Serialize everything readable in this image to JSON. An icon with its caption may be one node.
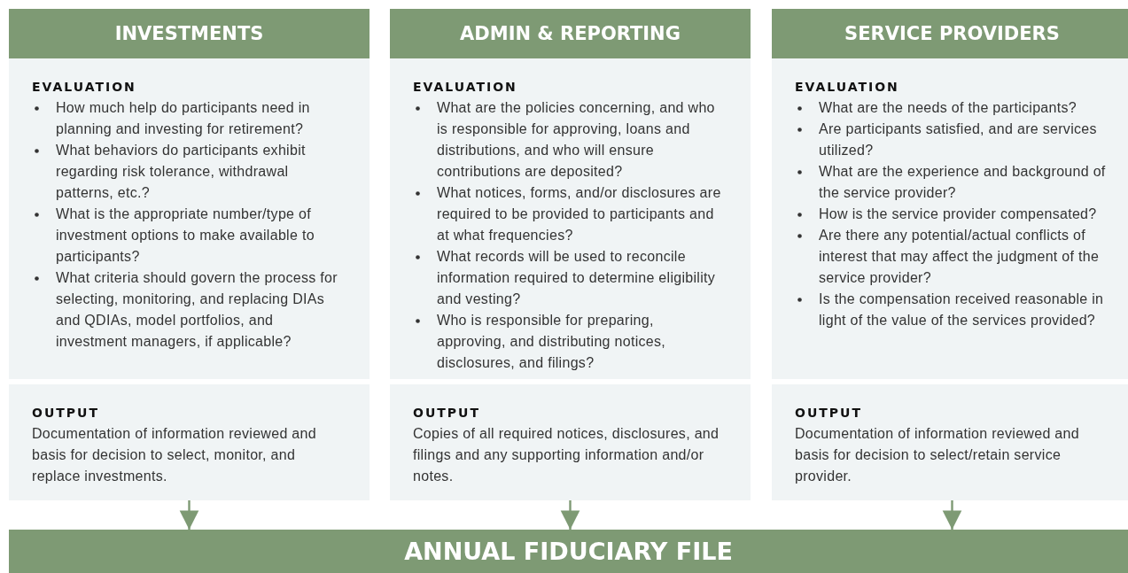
{
  "diagram": {
    "nodes": [
      {
        "text": [
          "INVESTMENTS"
        ]
      },
      {
        "text": [
          "EVALUATION",
          "How much help do participants need in planning and investing for retirement?",
          "What behaviors do participants exhibit regarding risk tolerance, withdrawal patterns, etc.?",
          "What is the appropriate number/type of investment options to make available to participants?",
          "What criteria should govern the process for selecting, monitoring, and replacing DIAs and QDIAs, model portfolios, and investment managers, if applicable?"
        ]
      },
      {
        "text": [
          "OUTPUT",
          "Documentation of information reviewed and basis for decision to select, monitor, and replace investments."
        ]
      },
      {
        "text": [
          "ADMIN & REPORTING"
        ]
      },
      {
        "text": [
          "EVALUATION",
          "What are the policies concerning, and who is responsible for approving, loans and distributions, and who will ensure contributions are deposited?",
          "What notices, forms, and/or disclosures are required to be provided to participants and at what frequencies?",
          "What records will be used to reconcile information required to determine eligibility and vesting?",
          "Who is responsible for preparing, approving, and distributing notices, disclosures, and filings?"
        ]
      },
      {
        "text": [
          "OUTPUT",
          "Copies of all required notices, disclosures, and filings and any supporting information and/or notes."
        ]
      },
      {
        "text": [
          "SERVICE PROVIDERS"
        ]
      },
      {
        "text": [
          "EVALUATION",
          "What are the needs of the participants?",
          "Are participants satisfied, and are services utilized?",
          "What are the experience and background of the service provider?",
          "How is the service provider compensated?",
          "Are there any potential/actual conflicts of interest that may affect the judgment of the service provider?",
          "Is the compensation received reasonable in light of the value of the services provided?"
        ]
      },
      {
        "text": [
          "OUTPUT",
          "Documentation of information reviewed and basis for decision to select/retain service provider."
        ]
      },
      {
        "text": [
          "ANNUAL FIDUCIARY FILE"
        ]
      }
    ],
    "edges": [
      {
        "from": 2,
        "to": 9,
        "arrow": "to"
      },
      {
        "from": 5,
        "to": 9,
        "arrow": "to"
      },
      {
        "from": 8,
        "to": 9,
        "arrow": "to"
      }
    ]
  }
}
